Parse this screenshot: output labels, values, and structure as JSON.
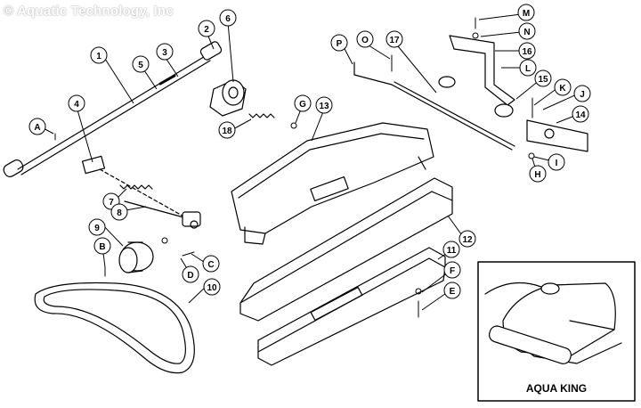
{
  "watermark": "© Aquatic Technology, Inc",
  "inset_caption": "AQUA KING",
  "callouts": [
    "1",
    "2",
    "3",
    "4",
    "5",
    "6",
    "7",
    "8",
    "9",
    "10",
    "11",
    "12",
    "13",
    "14",
    "15",
    "16",
    "17",
    "18",
    "A",
    "B",
    "C",
    "D",
    "E",
    "F",
    "G",
    "H",
    "I",
    "J",
    "K",
    "L",
    "M",
    "N",
    "O",
    "P"
  ]
}
